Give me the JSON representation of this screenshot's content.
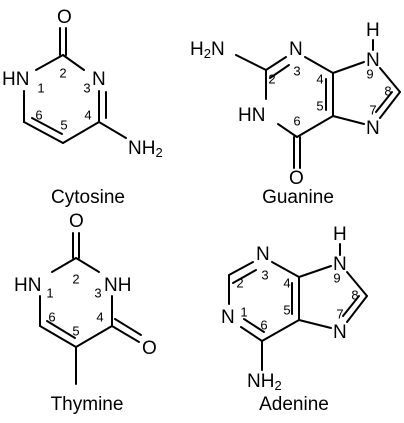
{
  "molecules": {
    "cytosine": {
      "name": "Cytosine",
      "atoms": {
        "o": "O",
        "hn1": "HN",
        "n3": "N",
        "nh2_n": "NH",
        "nh2_sub": "2"
      },
      "numbers": {
        "n1": "1",
        "n2": "2",
        "n3": "3",
        "n4": "4",
        "n5": "5",
        "n6": "6"
      }
    },
    "guanine": {
      "name": "Guanine",
      "atoms": {
        "h2n_h": "H",
        "h2n_sub": "2",
        "h2n_n": "N",
        "n3": "N",
        "n9_h": "H",
        "n9": "N",
        "hn1": "HN",
        "n7": "N",
        "o": "O"
      },
      "numbers": {
        "n2": "2",
        "n3": "3",
        "n4": "4",
        "n5": "5",
        "n6": "6",
        "n7": "7",
        "n8": "8",
        "n9": "9"
      }
    },
    "thymine": {
      "name": "Thymine",
      "atoms": {
        "o2": "O",
        "hn1": "HN",
        "nh3": "NH",
        "o4": "O"
      },
      "numbers": {
        "n1": "1",
        "n2": "2",
        "n3": "3",
        "n4": "4",
        "n5": "5",
        "n6": "6"
      }
    },
    "adenine": {
      "name": "Adenine",
      "atoms": {
        "n3": "N",
        "n9_h": "H",
        "n9": "N",
        "n1": "N",
        "n7": "N",
        "nh2_n": "NH",
        "nh2_sub": "2"
      },
      "numbers": {
        "n1": "1",
        "n2": "2",
        "n3": "3",
        "n4": "4",
        "n5": "5",
        "n6": "6",
        "n7": "7",
        "n8": "8",
        "n9": "9"
      }
    }
  }
}
